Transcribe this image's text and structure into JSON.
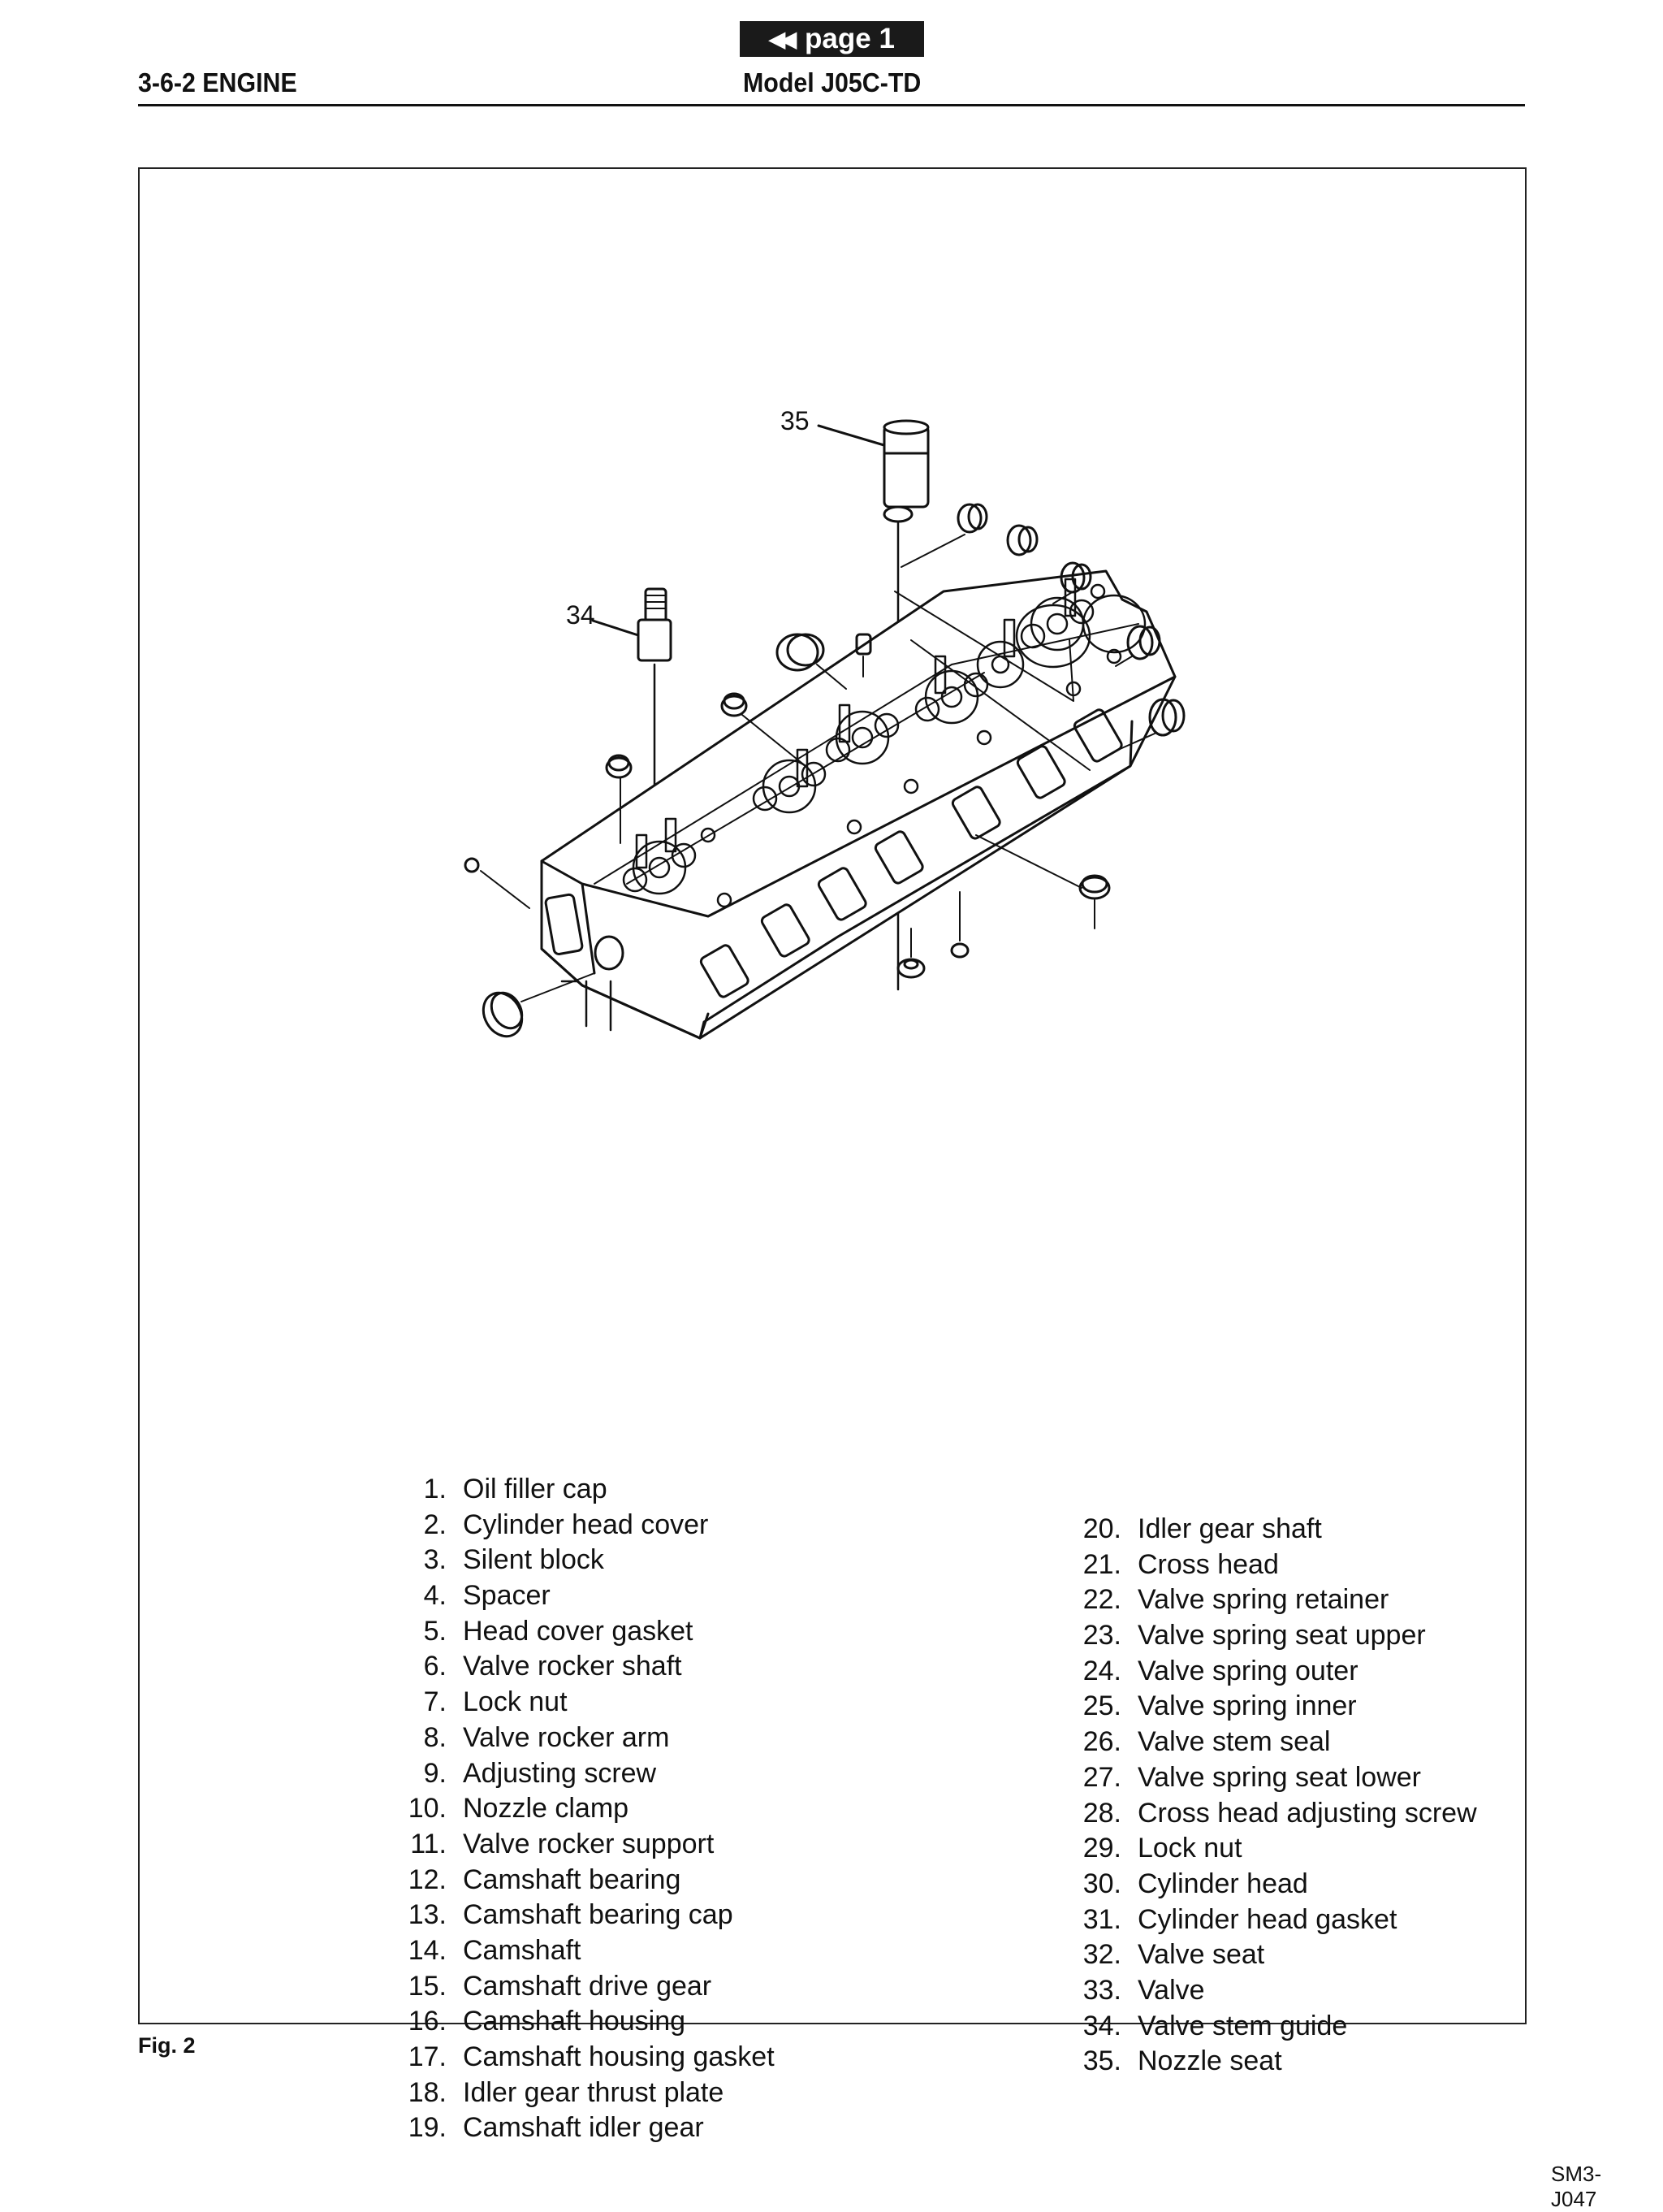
{
  "header": {
    "page_button_label": "page 1",
    "section_title": "3-6-2 ENGINE",
    "model": "Model J05C-TD"
  },
  "figure": {
    "callouts": [
      "35",
      "34"
    ],
    "code": "SM3-J047",
    "caption": "Fig. 2"
  },
  "parts_left": [
    {
      "num": "1.",
      "name": "Oil filler cap"
    },
    {
      "num": "2.",
      "name": "Cylinder head cover"
    },
    {
      "num": "3.",
      "name": "Silent block"
    },
    {
      "num": "4.",
      "name": "Spacer"
    },
    {
      "num": "5.",
      "name": "Head cover gasket"
    },
    {
      "num": "6.",
      "name": "Valve rocker shaft"
    },
    {
      "num": "7.",
      "name": "Lock nut"
    },
    {
      "num": "8.",
      "name": "Valve rocker arm"
    },
    {
      "num": "9.",
      "name": "Adjusting screw"
    },
    {
      "num": "10.",
      "name": "Nozzle clamp"
    },
    {
      "num": "11.",
      "name": "Valve rocker support"
    },
    {
      "num": "12.",
      "name": "Camshaft bearing"
    },
    {
      "num": "13.",
      "name": "Camshaft bearing cap"
    },
    {
      "num": "14.",
      "name": "Camshaft"
    },
    {
      "num": "15.",
      "name": "Camshaft drive gear"
    },
    {
      "num": "16.",
      "name": "Camshaft housing"
    },
    {
      "num": "17.",
      "name": "Camshaft housing gasket"
    },
    {
      "num": "18.",
      "name": "Idler gear thrust plate"
    },
    {
      "num": "19.",
      "name": "Camshaft idler gear"
    }
  ],
  "parts_right": [
    {
      "num": "20.",
      "name": "Idler gear shaft"
    },
    {
      "num": "21.",
      "name": "Cross head"
    },
    {
      "num": "22.",
      "name": "Valve spring retainer"
    },
    {
      "num": "23.",
      "name": "Valve spring seat upper"
    },
    {
      "num": "24.",
      "name": "Valve spring outer"
    },
    {
      "num": "25.",
      "name": "Valve spring inner"
    },
    {
      "num": "26.",
      "name": "Valve stem seal"
    },
    {
      "num": "27.",
      "name": "Valve spring seat lower"
    },
    {
      "num": "28.",
      "name": "Cross head adjusting screw"
    },
    {
      "num": "29.",
      "name": "Lock nut"
    },
    {
      "num": "30.",
      "name": "Cylinder head"
    },
    {
      "num": "31.",
      "name": "Cylinder head gasket"
    },
    {
      "num": "32.",
      "name": "Valve seat"
    },
    {
      "num": "33.",
      "name": "Valve"
    },
    {
      "num": "34.",
      "name": "Valve stem guide"
    },
    {
      "num": "35.",
      "name": "Nozzle seat"
    }
  ]
}
